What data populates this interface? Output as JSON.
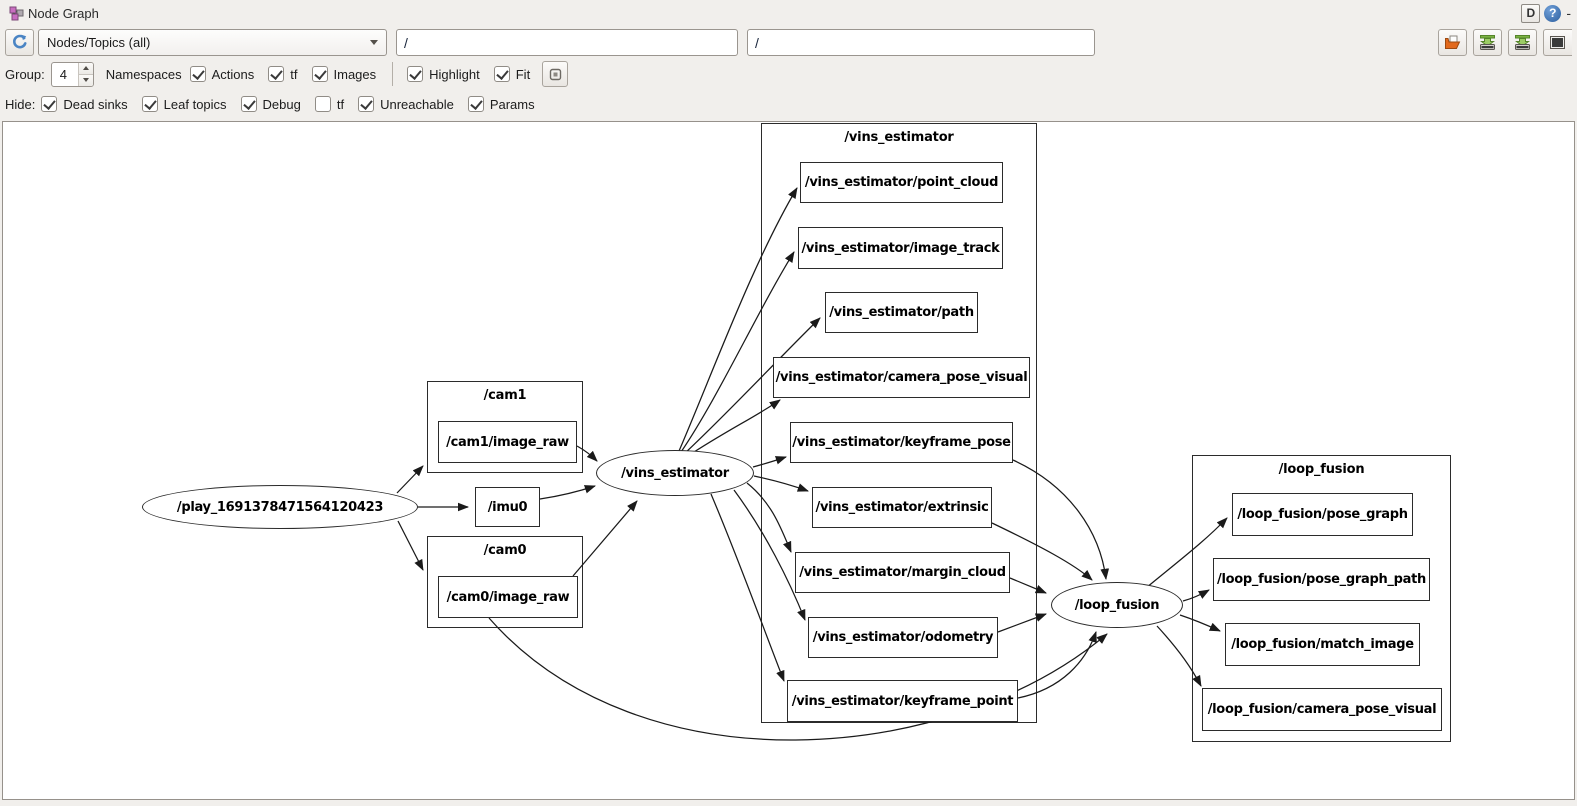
{
  "window": {
    "title": "Node Graph",
    "dock_button": "D",
    "help_button": "?",
    "minimize_button": "-"
  },
  "toolbar": {
    "graph_type_selected": "Nodes/Topics (all)",
    "node_filter_value": "/",
    "topic_filter_value": "/",
    "icons": {
      "refresh": "refresh-icon",
      "combo_arrow": "chevron-down-icon",
      "load_dot": "folder-open-icon",
      "save_dot": "save-icon",
      "save_svg": "save-icon",
      "save_image": "image-icon"
    }
  },
  "options": {
    "group_label": "Group:",
    "group_value": "4",
    "namespaces_label": "Namespaces",
    "checkboxes": [
      {
        "label": "Actions",
        "checked": true
      },
      {
        "label": "tf",
        "checked": true
      },
      {
        "label": "Images",
        "checked": true
      }
    ],
    "highlight": {
      "label": "Highlight",
      "checked": true
    },
    "fit": {
      "label": "Fit",
      "checked": true
    },
    "fit_in_view_icon": "fit-in-view-icon"
  },
  "hide": {
    "label": "Hide:",
    "checkboxes": [
      {
        "label": "Dead sinks",
        "checked": true
      },
      {
        "label": "Leaf topics",
        "checked": true
      },
      {
        "label": "Debug",
        "checked": true
      },
      {
        "label": "tf",
        "checked": false
      },
      {
        "label": "Unreachable",
        "checked": true
      },
      {
        "label": "Params",
        "checked": true
      }
    ]
  },
  "colors": {
    "refresh_blue": "#4a84c4",
    "help_blue": "#3a6db5",
    "folder_orange": "#e2691d",
    "save_green": "#7cb342",
    "graph_stroke": "#1a1a1a"
  },
  "graph": {
    "nodes": {
      "play": "/play_1691378471564120423",
      "imu0": "/imu0",
      "cam1_image_raw": "/cam1/image_raw",
      "cam0_image_raw": "/cam0/image_raw",
      "vins_estimator": "/vins_estimator",
      "loop_fusion": "/loop_fusion"
    },
    "clusters": {
      "cam1": "/cam1",
      "cam0": "/cam0",
      "vins_estimator": "/vins_estimator",
      "loop_fusion": "/loop_fusion"
    },
    "vins_topics": [
      "/vins_estimator/point_cloud",
      "/vins_estimator/image_track",
      "/vins_estimator/path",
      "/vins_estimator/camera_pose_visual",
      "/vins_estimator/keyframe_pose",
      "/vins_estimator/extrinsic",
      "/vins_estimator/margin_cloud",
      "/vins_estimator/odometry",
      "/vins_estimator/keyframe_point"
    ],
    "loop_topics": [
      "/loop_fusion/pose_graph",
      "/loop_fusion/pose_graph_path",
      "/loop_fusion/match_image",
      "/loop_fusion/camera_pose_visual"
    ],
    "edges": [
      {
        "from": "/play_1691378471564120423",
        "to": "/cam1"
      },
      {
        "from": "/play_1691378471564120423",
        "to": "/imu0"
      },
      {
        "from": "/play_1691378471564120423",
        "to": "/cam0"
      },
      {
        "from": "/cam1/image_raw",
        "to": "/vins_estimator"
      },
      {
        "from": "/imu0",
        "to": "/vins_estimator"
      },
      {
        "from": "/cam0/image_raw",
        "to": "/vins_estimator"
      },
      {
        "from": "/cam0/image_raw",
        "to": "/loop_fusion"
      },
      {
        "from": "/vins_estimator",
        "to": "/vins_estimator/point_cloud"
      },
      {
        "from": "/vins_estimator",
        "to": "/vins_estimator/image_track"
      },
      {
        "from": "/vins_estimator",
        "to": "/vins_estimator/path"
      },
      {
        "from": "/vins_estimator",
        "to": "/vins_estimator/camera_pose_visual"
      },
      {
        "from": "/vins_estimator",
        "to": "/vins_estimator/keyframe_pose"
      },
      {
        "from": "/vins_estimator",
        "to": "/vins_estimator/extrinsic"
      },
      {
        "from": "/vins_estimator",
        "to": "/vins_estimator/margin_cloud"
      },
      {
        "from": "/vins_estimator",
        "to": "/vins_estimator/odometry"
      },
      {
        "from": "/vins_estimator",
        "to": "/vins_estimator/keyframe_point"
      },
      {
        "from": "/vins_estimator/keyframe_pose",
        "to": "/loop_fusion"
      },
      {
        "from": "/vins_estimator/extrinsic",
        "to": "/loop_fusion"
      },
      {
        "from": "/vins_estimator/margin_cloud",
        "to": "/loop_fusion"
      },
      {
        "from": "/vins_estimator/odometry",
        "to": "/loop_fusion"
      },
      {
        "from": "/vins_estimator/keyframe_point",
        "to": "/loop_fusion"
      },
      {
        "from": "/loop_fusion",
        "to": "/loop_fusion/pose_graph"
      },
      {
        "from": "/loop_fusion",
        "to": "/loop_fusion/pose_graph_path"
      },
      {
        "from": "/loop_fusion",
        "to": "/loop_fusion/match_image"
      },
      {
        "from": "/loop_fusion",
        "to": "/loop_fusion/camera_pose_visual"
      }
    ]
  }
}
